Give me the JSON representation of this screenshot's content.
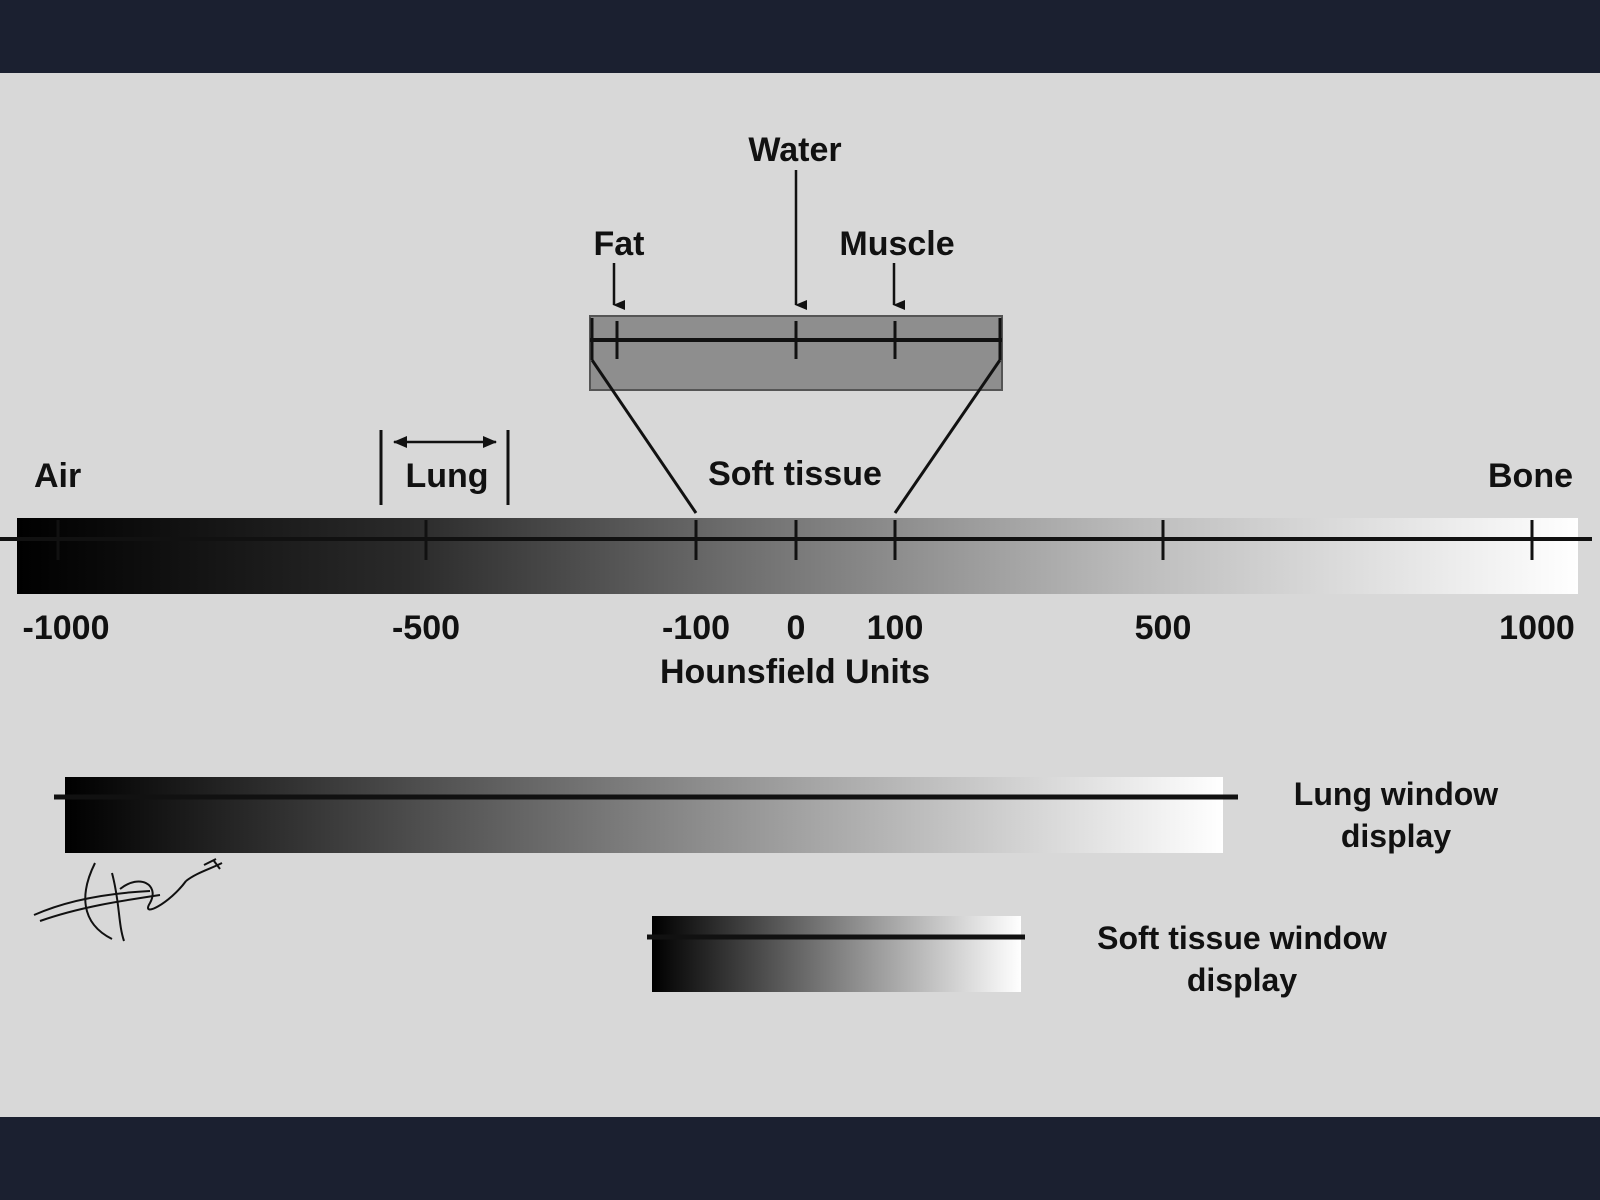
{
  "diagram": {
    "labels": {
      "water": "Water",
      "fat": "Fat",
      "muscle": "Muscle",
      "air": "Air",
      "lung": "Lung",
      "soft_tissue": "Soft tissue",
      "bone": "Bone",
      "axis_title": "Hounsfield Units"
    },
    "scale_ticks": [
      {
        "value": -1000,
        "label": "-1000"
      },
      {
        "value": -500,
        "label": "-500"
      },
      {
        "value": -100,
        "label": "-100"
      },
      {
        "value": 0,
        "label": "0"
      },
      {
        "value": 100,
        "label": "100"
      },
      {
        "value": 500,
        "label": "500"
      },
      {
        "value": 1000,
        "label": "1000"
      }
    ],
    "windows": {
      "lung": {
        "line1": "Lung window",
        "line2": "display"
      },
      "soft_tissue": {
        "line1": "Soft tissue window",
        "line2": "display"
      }
    },
    "colors": {
      "background": "#d8d8d8",
      "frame": "#1b2030",
      "ink": "#111111"
    }
  }
}
